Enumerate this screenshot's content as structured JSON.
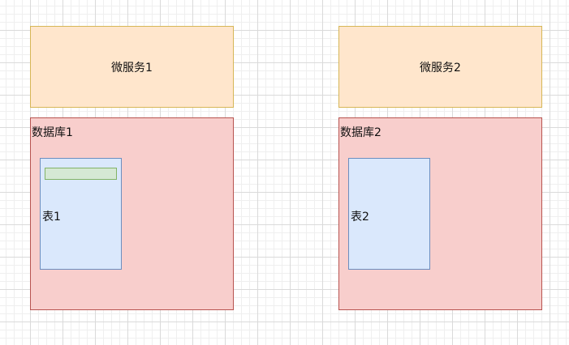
{
  "colors": {
    "service_fill": "#ffe6cc",
    "service_border": "#d6b656",
    "database_fill": "#f8cecc",
    "database_border": "#b85450",
    "table_fill": "#dae8fc",
    "table_border": "#6c8ebf",
    "row_fill": "#d5e8d4",
    "row_border": "#82b366"
  },
  "services": [
    {
      "label": "微服务1"
    },
    {
      "label": "微服务2"
    }
  ],
  "databases": [
    {
      "label": "数据库1",
      "table": {
        "label": "表1",
        "has_row": true
      }
    },
    {
      "label": "数据库2",
      "table": {
        "label": "表2",
        "has_row": false
      }
    }
  ]
}
